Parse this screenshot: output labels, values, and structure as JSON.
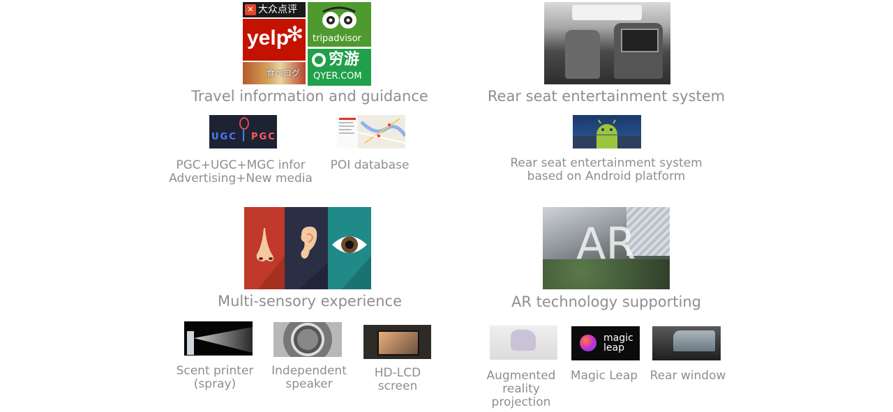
{
  "logos": {
    "dianping": "大众点评",
    "yelp": "yelp",
    "tripadvisor": "tripadvisor",
    "tabelog": "食べログ",
    "qyer_cn": "穷游",
    "qyer_com": "QYER.COM"
  },
  "sections": {
    "travel": {
      "title": "Travel information and guidance"
    },
    "rear_seat": {
      "title": "Rear seat entertainment system"
    },
    "multisensory": {
      "title": "Multi-sensory experience"
    },
    "ar": {
      "title": "AR technology supporting",
      "overlay": "AR"
    }
  },
  "items": {
    "ugc": {
      "label": "PGC+UGC+MGC infor\nAdvertising+New media",
      "ugc_text": "UGC",
      "pgc_text": "PGC"
    },
    "poi": {
      "label": "POI database"
    },
    "android": {
      "label": "Rear seat entertainment system\nbased on Android platform"
    },
    "scent": {
      "label": "Scent printer\n(spray)"
    },
    "speaker": {
      "label": "Independent\nspeaker"
    },
    "hdlcd": {
      "label": "HD-LCD\nscreen"
    },
    "arproj": {
      "label": "Augmented\nreality\nprojection"
    },
    "magicleap": {
      "label": "Magic Leap",
      "logo_line1": "magic",
      "logo_line2": "leap"
    },
    "rearwindow": {
      "label": "Rear window"
    }
  },
  "colors": {
    "yelp_red": "#c41200",
    "trip_green": "#4e9a2e",
    "qyer_green": "#20a04a",
    "nose_red": "#c0392b",
    "ear_navy": "#2b2f45",
    "eye_teal": "#1f8a87"
  }
}
